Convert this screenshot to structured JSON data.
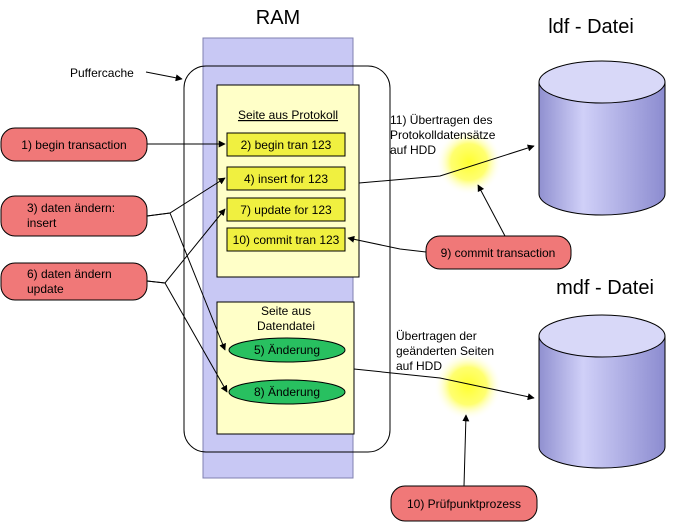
{
  "ram": {
    "title": "RAM",
    "cache_label": "Puffercache"
  },
  "log_page": {
    "title": "Seite aus Protokoll",
    "entries": [
      "2) begin tran 123",
      "4) insert for 123",
      "7) update for 123",
      "10) commit tran 123"
    ]
  },
  "data_page": {
    "title_line1": "Seite aus",
    "title_line2": "Datendatei",
    "changes": [
      "5) Änderung",
      "8) Änderung"
    ]
  },
  "actions": {
    "begin": "1) begin transaction",
    "insert_line1": "3) daten ändern:",
    "insert_line2": "insert",
    "update_line1": "6) daten ändern",
    "update_line2": "update",
    "commit": "9) commit transaction",
    "checkpoint": "10) Prüfpunktprozess"
  },
  "transfers": {
    "log_line1": "11) Übertragen des",
    "log_line2": "Protokolldatensätze",
    "log_line3": "auf HDD",
    "data_line1": "Übertragen der",
    "data_line2": "geänderten Seiten",
    "data_line3": "auf HDD"
  },
  "files": {
    "ldf": "ldf - Datei",
    "mdf": "mdf - Datei"
  },
  "colors": {
    "ram": "#c8c8f4",
    "page": "#ffffc8",
    "log_entry": "#f0f040",
    "change": "#28c060",
    "action": "#f07878",
    "cylinder": "#b8b8e8",
    "glow": "#ffff40"
  }
}
